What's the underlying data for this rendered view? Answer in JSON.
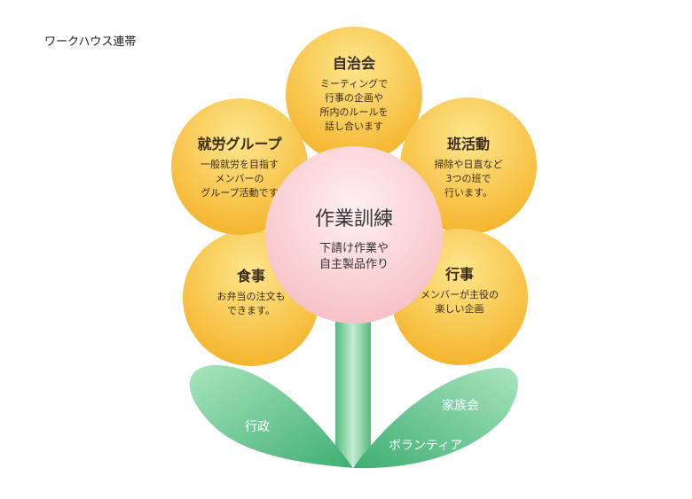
{
  "title": "ワークハウス連帯",
  "center": {
    "title": "作業訓練",
    "description": "下請け作業や\n自主製品作り"
  },
  "petals": [
    {
      "title": "自治会",
      "description": "ミーティングで\n行事の企画や\n所内のルールを\n話し合います"
    },
    {
      "title": "班活動",
      "description": "掃除や日直など\n3つの班で\n行います。"
    },
    {
      "title": "行事",
      "description": "メンバーが主役の\n楽しい企画"
    },
    {
      "title": "食事",
      "description": "お弁当の注文も\nできます。"
    },
    {
      "title": "就労グループ",
      "description": "一般就労を目指す\nメンバーの\nグループ活動です"
    }
  ],
  "leaves": [
    {
      "label": "行政"
    },
    {
      "label": "家族会"
    },
    {
      "label": "ボランティア"
    }
  ],
  "colors": {
    "petal": "#f5b935",
    "center": "#f9c6c9",
    "stem": "#7fcf9f",
    "leaf": "#5cc08a"
  }
}
